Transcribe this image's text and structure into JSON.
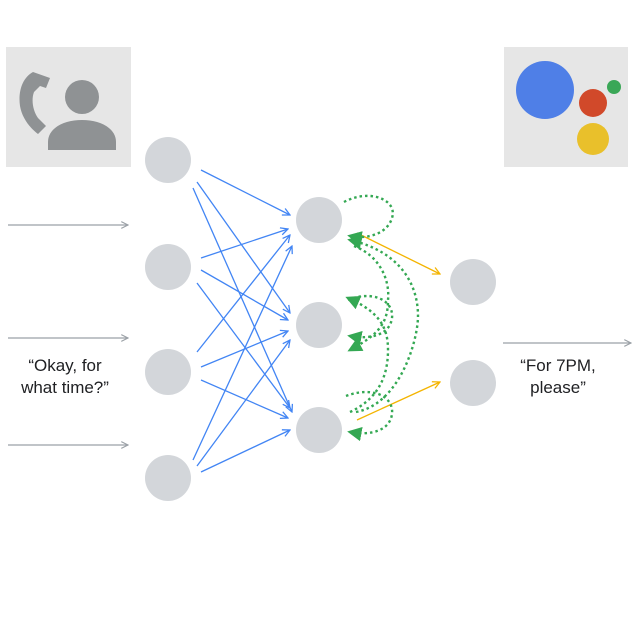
{
  "input_quote": {
    "line1": "“Okay, for",
    "line2": "what time?”"
  },
  "output_quote": {
    "line1": "“For 7PM,",
    "line2": "please”"
  },
  "icons": {
    "caller": "phone-contact-icon",
    "assistant": "google-assistant-icon"
  },
  "colors": {
    "node": "#d3d6da",
    "icon_tile": "#e6e6e6",
    "icon_glyph": "#8f9294",
    "arrow_gray": "#9aa0a6",
    "connection_blue": "#4285f4",
    "connection_orange": "#f4b400",
    "recurrent_green": "#34a853",
    "assistant_blue": "#4f7fe7",
    "assistant_red": "#d1492a",
    "assistant_yellow": "#e9c02b",
    "assistant_green": "#3aa757"
  }
}
